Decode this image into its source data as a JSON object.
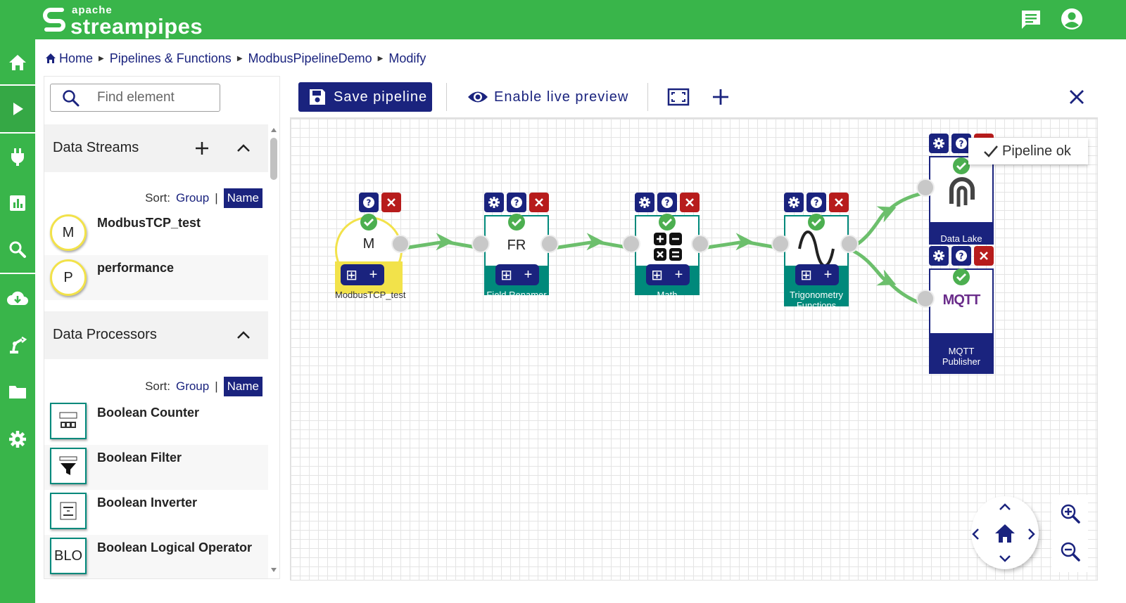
{
  "app": {
    "logo_small": "apache",
    "logo_main": "streampipes"
  },
  "breadcrumb": [
    "Home",
    "Pipelines & Functions",
    "ModbusPipelineDemo",
    "Modify"
  ],
  "search": {
    "placeholder": "Find element"
  },
  "sections": {
    "streams": {
      "title": "Data Streams",
      "sort_label": "Sort:",
      "sort_group": "Group",
      "sort_sep": "|",
      "sort_name": "Name",
      "items": [
        {
          "icon_text": "M",
          "label": "ModbusTCP_test"
        },
        {
          "icon_text": "P",
          "label": "performance"
        }
      ]
    },
    "processors": {
      "title": "Data Processors",
      "sort_label": "Sort:",
      "sort_group": "Group",
      "sort_sep": "|",
      "sort_name": "Name",
      "items": [
        {
          "icon": "boolean-counter-icon",
          "label": "Boolean Counter"
        },
        {
          "icon": "boolean-filter-icon",
          "label": "Boolean Filter"
        },
        {
          "icon": "boolean-inverter-icon",
          "label": "Boolean Inverter"
        },
        {
          "icon_text": "BLO",
          "label": "Boolean Logical Operator"
        }
      ]
    }
  },
  "toolbar": {
    "save_label": "Save pipeline",
    "preview_label": "Enable live preview"
  },
  "status": {
    "message": "Pipeline ok"
  },
  "nodes": [
    {
      "id": "modbus",
      "abbr": "M",
      "label": "ModbusTCP_test"
    },
    {
      "id": "renamer",
      "abbr": "FR",
      "label": "Field Renamer"
    },
    {
      "id": "math",
      "label": "Math"
    },
    {
      "id": "trig",
      "label_line1": "Trigonometry",
      "label_line2": "Functions"
    },
    {
      "id": "datalake",
      "label": "Data Lake"
    },
    {
      "id": "mqtt",
      "label_line1": "MQTT",
      "label_line2": "Publisher",
      "logo": "MQTT"
    }
  ],
  "colors": {
    "accent_green": "#39b54a",
    "primary_navy": "#1a237e",
    "stream_yellow": "#f2e24a",
    "processor_teal": "#00897b",
    "danger_red": "#b71c1c",
    "connector_green": "#6cbf6c"
  }
}
